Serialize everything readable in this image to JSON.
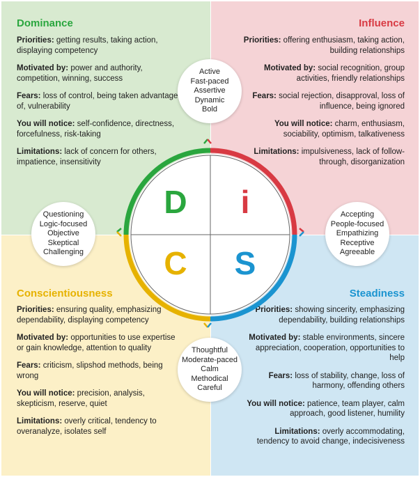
{
  "colors": {
    "dominance": "#2aa63e",
    "influence": "#d83a43",
    "conscientiousness": "#e6b200",
    "steadiness": "#1b94d0"
  },
  "dominance": {
    "title": "Dominance",
    "letter": "D",
    "items": [
      {
        "label": "Priorities:",
        "text": " getting results, taking action, displaying competency"
      },
      {
        "label": "Motivated by:",
        "text": " power and authority, competition, winning, success"
      },
      {
        "label": "Fears:",
        "text": " loss of control, being taken advantage of, vulnerability"
      },
      {
        "label": "You will notice:",
        "text": " self-confidence, directness, forcefulness, risk-taking"
      },
      {
        "label": "Limitations:",
        "text": " lack of concern for others, impatience, insensitivity"
      }
    ]
  },
  "influence": {
    "title": "Influence",
    "letter": "i",
    "items": [
      {
        "label": "Priorities:",
        "text": " offering enthusiasm, taking action, building relationships"
      },
      {
        "label": "Motivated by:",
        "text": " social recognition, group activities, friendly relationships"
      },
      {
        "label": "Fears:",
        "text": " social rejection, disapproval, loss of influence, being ignored"
      },
      {
        "label": "You will notice:",
        "text": " charm, enthusiasm, sociability, optimism, talkativeness"
      },
      {
        "label": "Limitations:",
        "text": " impulsiveness, lack of follow-through, disorganization"
      }
    ]
  },
  "conscientiousness": {
    "title": "Conscientiousness",
    "letter": "C",
    "items": [
      {
        "label": "Priorities:",
        "text": " ensuring quality, emphasizing dependability, displaying competency"
      },
      {
        "label": "Motivated by:",
        "text": " opportunities to use expertise or gain knowledge, attention to quality"
      },
      {
        "label": "Fears:",
        "text": " criticism, slipshod methods, being wrong"
      },
      {
        "label": "You will notice:",
        "text": " precision, analysis, skepticism, reserve, quiet"
      },
      {
        "label": "Limitations:",
        "text": " overly critical, tendency to overanalyze, isolates self"
      }
    ]
  },
  "steadiness": {
    "title": "Steadiness",
    "letter": "S",
    "items": [
      {
        "label": "Priorities:",
        "text": " showing sincerity, emphasizing dependability, building relationships"
      },
      {
        "label": "Motivated by:",
        "text": " stable environments, sincere appreciation, cooperation, opportunities to help"
      },
      {
        "label": "Fears:",
        "text": " loss of stability, change, loss of harmony, offending others"
      },
      {
        "label": "You will notice:",
        "text": " patience, team player, calm approach, good listener, humility"
      },
      {
        "label": "Limitations:",
        "text": " overly accommodating, tendency to avoid change, indecisiveness"
      }
    ]
  },
  "bubbles": {
    "top": [
      "Active",
      "Fast-paced",
      "Assertive",
      "Dynamic",
      "Bold"
    ],
    "left": [
      "Questioning",
      "Logic-focused",
      "Objective",
      "Skeptical",
      "Challenging"
    ],
    "right": [
      "Accepting",
      "People-focused",
      "Empathizing",
      "Receptive",
      "Agreeable"
    ],
    "bottom": [
      "Thoughtful",
      "Moderate-paced",
      "Calm",
      "Methodical",
      "Careful"
    ]
  }
}
